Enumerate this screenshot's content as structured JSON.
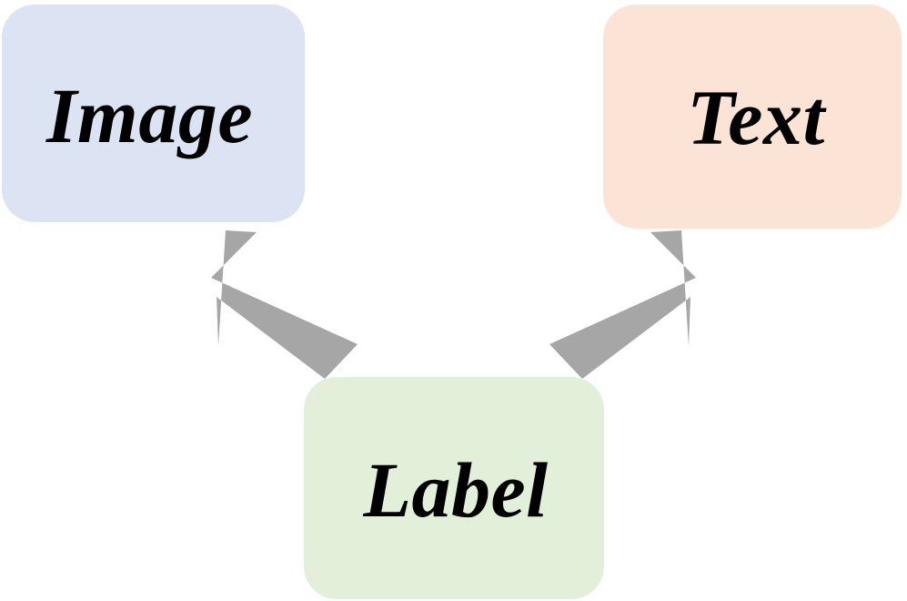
{
  "diagram": {
    "title": "Image-Text-Label relation diagram",
    "background_color": "#ffffff",
    "nodes": [
      {
        "id": "image",
        "label": "Image",
        "fill_color": "#dce3f2",
        "text_color": "#000000",
        "shape": "rounded-rectangle"
      },
      {
        "id": "text",
        "label": "Text",
        "fill_color": "#fbe4d5",
        "text_color": "#000000",
        "shape": "rounded-rectangle"
      },
      {
        "id": "label",
        "label": "Label",
        "fill_color": "#e2efd9",
        "text_color": "#000000",
        "shape": "rounded-rectangle"
      }
    ],
    "edges": [
      {
        "id": "label-to-image",
        "from": "label",
        "to": "image",
        "style": "block-arrow",
        "direction": "up-left",
        "color": "#a6a6a6"
      },
      {
        "id": "label-to-text",
        "from": "label",
        "to": "text",
        "style": "block-arrow",
        "direction": "up-right",
        "color": "#a6a6a6"
      }
    ]
  }
}
